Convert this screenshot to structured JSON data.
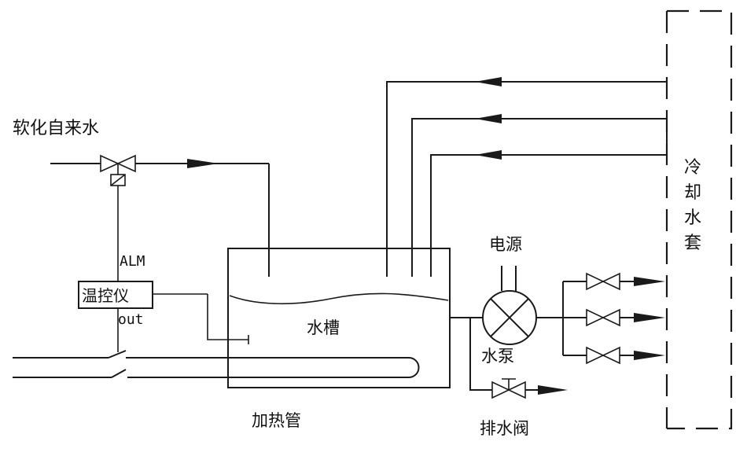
{
  "labels": {
    "soft_water": "软化自来水",
    "alm": "ALM",
    "controller": "温控仪",
    "out": "out",
    "tank": "水槽",
    "heater": "加热管",
    "power": "电源",
    "pump": "水泵",
    "drain_valve": "排水阀",
    "cooling_jacket": [
      "冷",
      "却",
      "水",
      "套"
    ]
  },
  "colors": {
    "line": "#1a1a1a",
    "background": "#ffffff"
  }
}
